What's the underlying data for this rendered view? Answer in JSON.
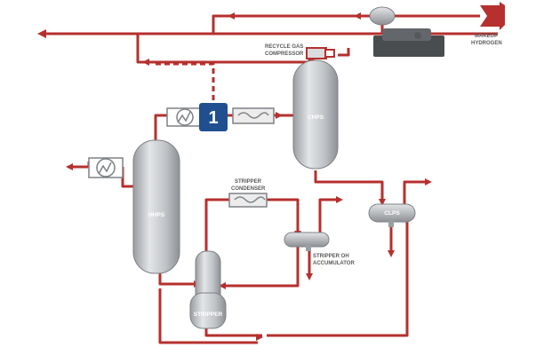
{
  "labels": {
    "recycle_gas_compressor_line1": "RECYCLE GAS",
    "recycle_gas_compressor_line2": "COMPRESSOR",
    "makeup_hydrogen_line1": "MAKEUP",
    "makeup_hydrogen_line2": "HYDROGEN",
    "chps": "CHPS",
    "hhps": "HHPS",
    "clps": "CLPS",
    "stripper": "STRIPPER",
    "stripper_condenser_line1": "STRIPPER",
    "stripper_condenser_line2": "CONDENSER",
    "stripper_oh_accumulator_line1": "STRIPPER OH",
    "stripper_oh_accumulator_line2": "ACCUMULATOR"
  },
  "marker": {
    "number": "1"
  },
  "colors": {
    "pipe": "#b5302e",
    "vessel": "#b9bcbf",
    "marker": "#1f4f8f"
  }
}
